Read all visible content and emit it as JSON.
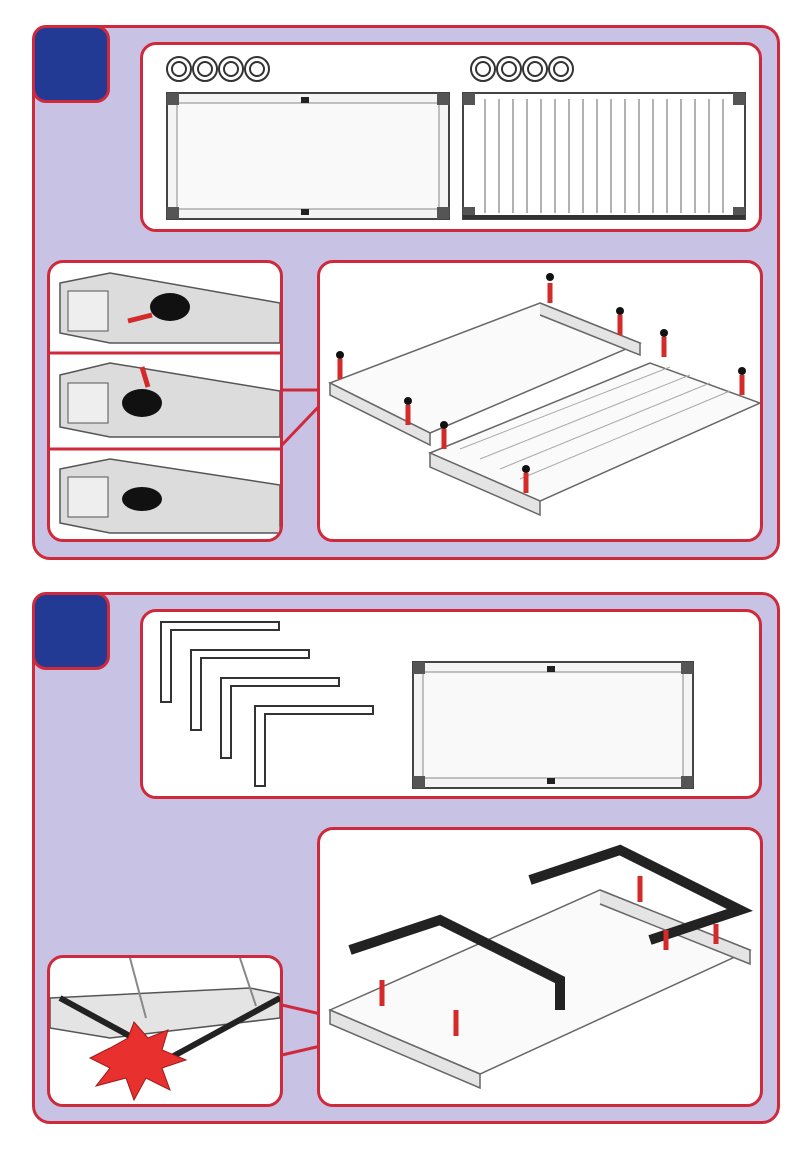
{
  "page": {
    "background": "#ffffff",
    "panel_color": "#c8c3e4",
    "border_color": "#cf2a3c",
    "badge_color": "#223a93",
    "arrow_color": "#d42a2a"
  },
  "steps": [
    {
      "number": "",
      "parts_box": {
        "parts": [
          "clip-ring-set-4",
          "bottom-plate-flat",
          "bottom-plate-ribbed"
        ]
      },
      "detail_box": {
        "frames": 3
      },
      "assembly_box": {
        "arrows": 8
      }
    },
    {
      "number": "",
      "parts_box": {
        "parts": [
          "l-bracket-set-4",
          "roof-plate"
        ]
      },
      "detail_box": {
        "highlight": "warning-burst"
      },
      "assembly_box": {
        "arrows": 5
      }
    }
  ]
}
